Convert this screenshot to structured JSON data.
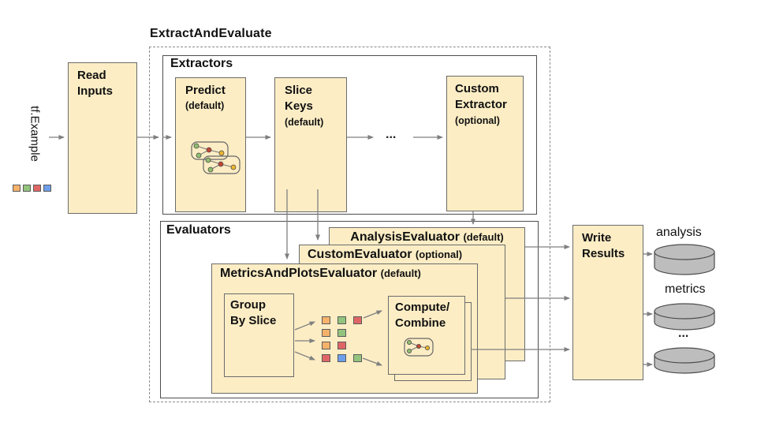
{
  "title": "ExtractAndEvaluate",
  "input": {
    "label": "tf.Example",
    "squares": [
      "orange",
      "green",
      "red",
      "blue"
    ]
  },
  "palette": {
    "orange": "#F6B26B",
    "green": "#93C47D",
    "red": "#E06666",
    "blue": "#6D9EEB"
  },
  "colors": {
    "box_fill": "#FCEDC5",
    "box_border": "#6b6b6b",
    "container_border": "#4d4d4d",
    "dashed_border": "#8a8a8a",
    "arrow": "#7f7f7f",
    "cylinder_fill": "#BDBDBD",
    "cylinder_border": "#4d4d4d"
  },
  "nodes": {
    "read_inputs": "Read Inputs",
    "extractors_label": "Extractors",
    "predict": {
      "title": "Predict",
      "sub": "(default)"
    },
    "slice_keys": {
      "title": "Slice Keys",
      "sub": "(default)"
    },
    "extractor_ellipsis": "...",
    "custom_extractor": {
      "title": "Custom Extractor",
      "sub": "(optional)"
    },
    "evaluators_label": "Evaluators",
    "analysis_evaluator": {
      "title": "AnalysisEvaluator",
      "sub": "(default)"
    },
    "custom_evaluator": {
      "title": "CustomEvaluator",
      "sub": "(optional)"
    },
    "metrics_plots_evaluator": {
      "title": "MetricsAndPlotsEvaluator",
      "sub": "(default)"
    },
    "group_by_slice": "Group By Slice",
    "compute_combine": "Compute/ Combine",
    "write_results": "Write Results"
  },
  "slice_grid": [
    [
      "orange",
      "green",
      "red"
    ],
    [
      "orange",
      "green"
    ],
    [
      "orange",
      "red"
    ],
    [
      "red",
      "blue",
      "green"
    ]
  ],
  "outputs": [
    "analysis",
    "metrics",
    "..."
  ]
}
